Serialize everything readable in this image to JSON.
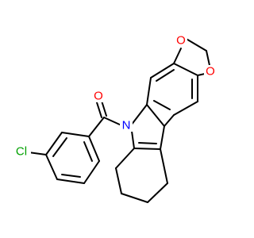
{
  "colors": {
    "background": "#ffffff",
    "bond": "#000000",
    "oxygen": "#ff0000",
    "nitrogen": "#0000ff",
    "chlorine": "#00a000"
  },
  "atoms": {
    "carbonyl_oxygen": "O",
    "nitrogen": "N",
    "chlorine": "Cl",
    "dioxole_oxygen_top": "O",
    "dioxole_oxygen_right": "O"
  }
}
